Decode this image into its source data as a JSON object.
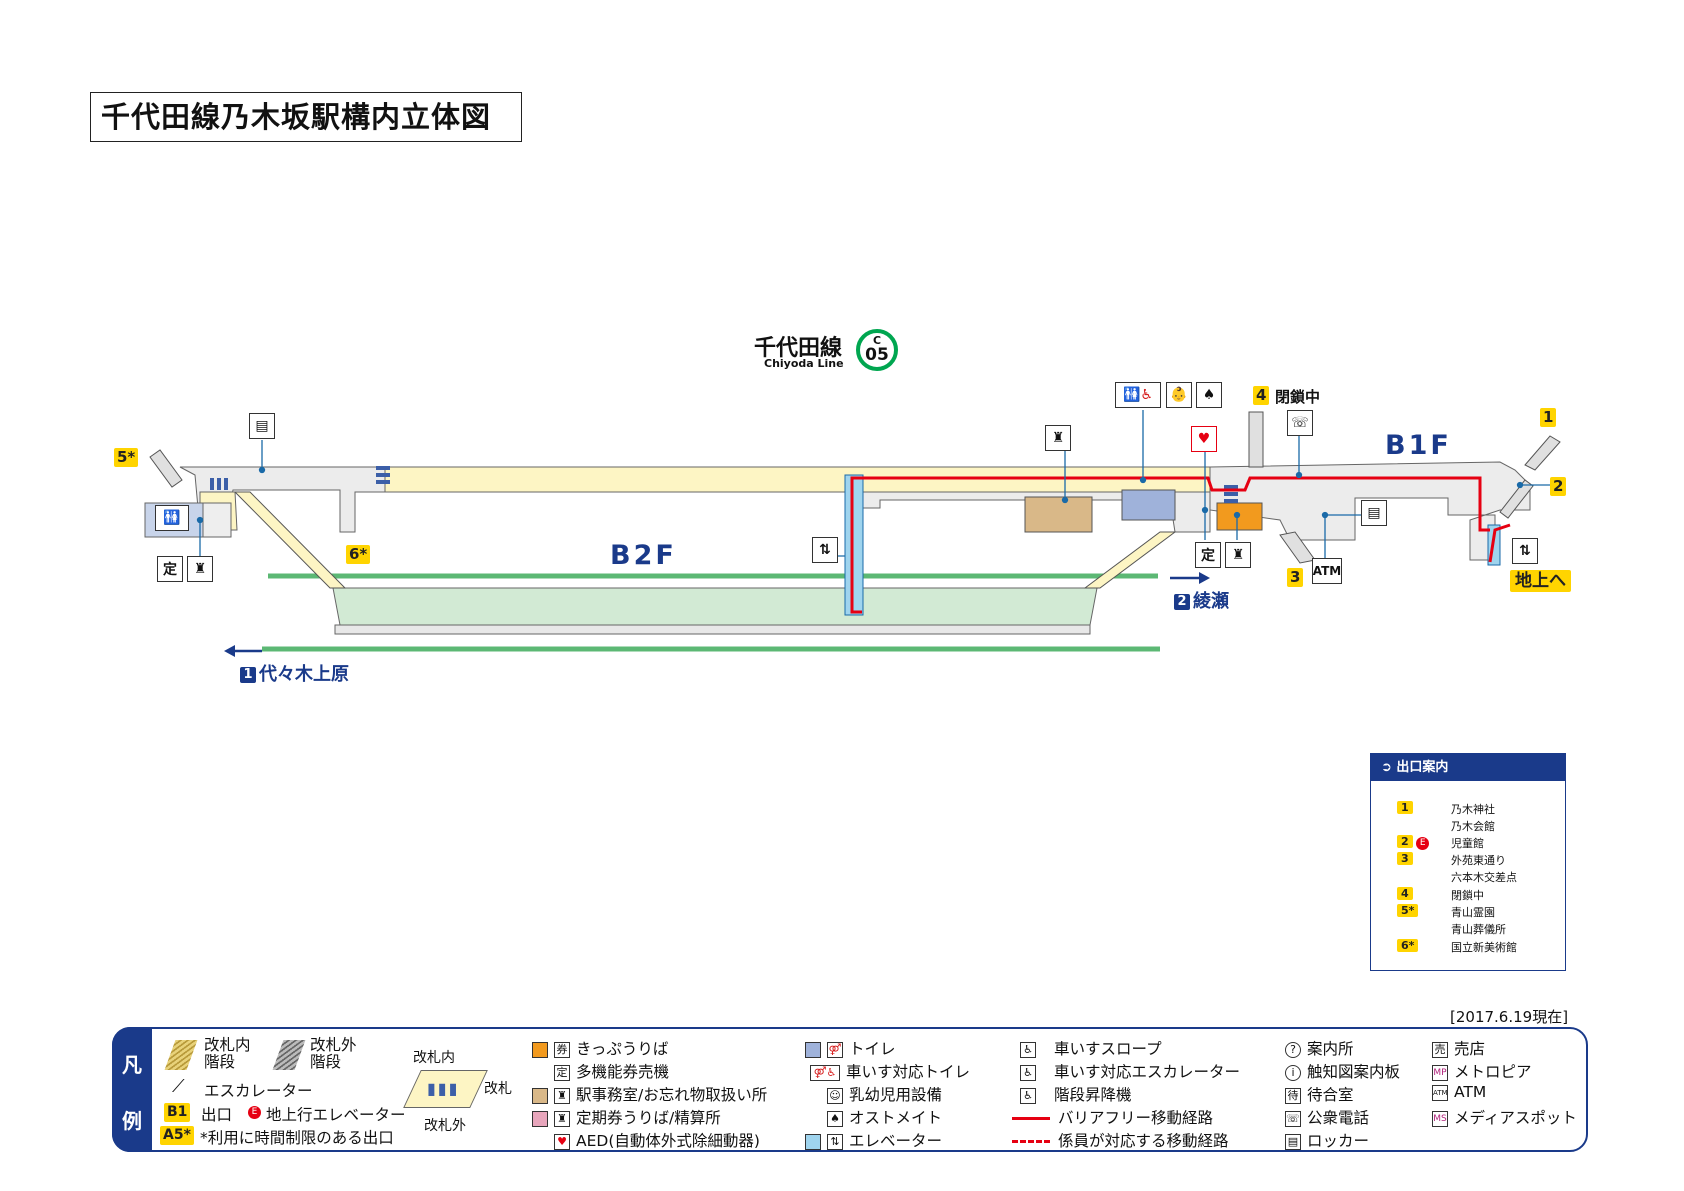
{
  "title": "千代田線乃木坂駅構内立体図",
  "line": {
    "name_ja": "千代田線",
    "name_en": "Chiyoda Line",
    "code_letter": "C",
    "code_number": "05",
    "color": "#00a650"
  },
  "floors": {
    "b1": "B1F",
    "b2": "B2F"
  },
  "exits_on_map": {
    "e1": "1",
    "e2": "2",
    "e3": "3",
    "e4": "4",
    "e4_status": "閉鎖中",
    "e5": "5*",
    "e6": "6*",
    "ground": "地上へ"
  },
  "destinations": {
    "to_yoyogi": {
      "num": "1",
      "label": "代々木上原"
    },
    "to_ayase": {
      "num": "2",
      "label": "綾瀬"
    }
  },
  "map_icons": {
    "atm": "ATM"
  },
  "exit_guide": {
    "heading": "出口案内",
    "rows": [
      {
        "badge": "1",
        "text": "乃木神社"
      },
      {
        "badge": "",
        "text": "乃木会館"
      },
      {
        "badge": "2",
        "elevator": "E",
        "text": "児童館"
      },
      {
        "badge": "3",
        "text": "外苑東通り"
      },
      {
        "badge": "",
        "text": "六本木交差点"
      },
      {
        "badge": "4",
        "text": "閉鎖中"
      },
      {
        "badge": "5*",
        "text": "青山霊園"
      },
      {
        "badge": "",
        "text": "青山葬儀所"
      },
      {
        "badge": "6*",
        "text": "国立新美術館"
      }
    ]
  },
  "date": "[2017.6.19現在]",
  "legend": {
    "side_1": "凡",
    "side_2": "例",
    "stairs_in": "改札内\n階段",
    "stairs_out": "改札外\n階段",
    "escalator": "エスカレーター",
    "exit_badge": "B1",
    "exit_label": "出口",
    "elev_badge": "E",
    "elev_label": "地上行エレベーター",
    "limited_badge": "A5*",
    "limited_label": "*利用に時間制限のある出口",
    "gate_in": "改札内",
    "gate": "改札",
    "gate_out": "改札外",
    "col3": [
      "きっぷうりば",
      "多機能券売機",
      "駅事務室/お忘れ物取扱い所",
      "定期券うりば/精算所",
      "AED(自動体外式除細動器)"
    ],
    "col4": [
      "トイレ",
      "車いす対応トイレ",
      "乳幼児用設備",
      "オストメイト",
      "エレベーター"
    ],
    "col5": [
      "車いすスロープ",
      "車いす対応エスカレーター",
      "階段昇降機",
      "バリアフリー移動経路",
      "係員が対応する移動経路"
    ],
    "col6": [
      "案内所",
      "触知図案内板",
      "待合室",
      "公衆電話",
      "ロッカー"
    ],
    "col7": [
      "売店",
      "メトロピア",
      "ATM",
      "メディアスポット"
    ],
    "col7_icons": [
      "売",
      "MP",
      "ATM",
      "MS"
    ],
    "col6_icons": [
      "?",
      "i",
      "待",
      "☏",
      "▤"
    ]
  },
  "colors": {
    "navy": "#1a3a8a",
    "route_red": "#e60012",
    "platform_green": "#d2ead4",
    "track_green": "#5cb874",
    "concourse_yellow": "#fdf5c4",
    "concourse_gray": "#ececec",
    "exit_yellow": "#ffd400"
  }
}
